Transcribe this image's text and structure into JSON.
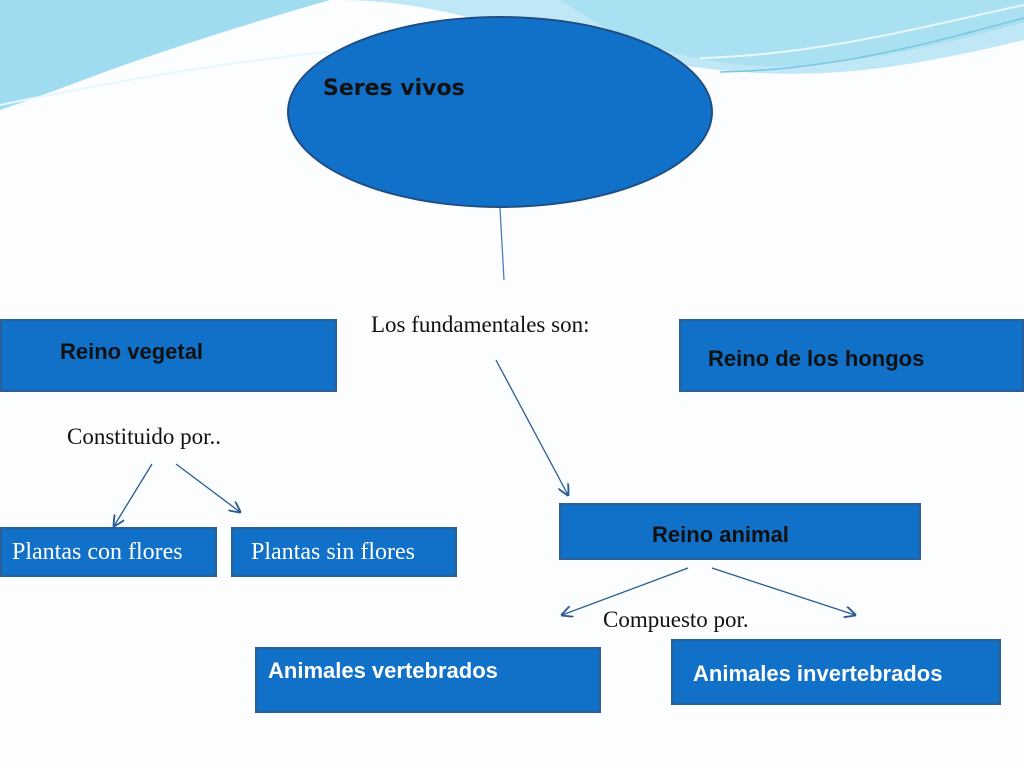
{
  "root": {
    "label": "Seres vivos"
  },
  "connectors": {
    "fundamentales": "Los fundamentales son:",
    "constituido": "Constituido por..",
    "compuesto": "Compuesto por."
  },
  "nodes": {
    "reino_vegetal": "Reino vegetal",
    "reino_hongos": "Reino de los hongos",
    "reino_animal": "Reino animal",
    "plantas_con_flores": "Plantas con flores",
    "plantas_sin_flores": "Plantas sin flores",
    "animales_vertebrados": "Animales vertebrados",
    "animales_invertebrados": "Animales invertebrados"
  },
  "colors": {
    "box_fill": "#1170c8",
    "box_border": "#2b5f95",
    "arrow": "#2a5c91",
    "wave": "#8fd3ec"
  }
}
